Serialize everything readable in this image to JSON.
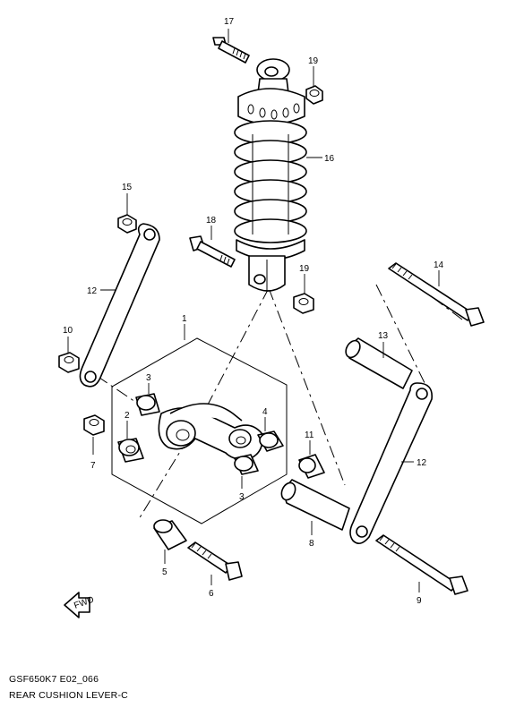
{
  "callouts": {
    "c1": "1",
    "c2": "2",
    "c3a": "3",
    "c3b": "3",
    "c4": "4",
    "c5": "5",
    "c6": "6",
    "c7": "7",
    "c8": "8",
    "c9": "9",
    "c10": "10",
    "c11": "11",
    "c12a": "12",
    "c12b": "12",
    "c13": "13",
    "c14": "14",
    "c15": "15",
    "c16": "16",
    "c17": "17",
    "c18": "18",
    "c19a": "19",
    "c19b": "19"
  },
  "footer": {
    "code": "GSF650K7 E02_066",
    "title": "REAR CUSHION LEVER-C"
  },
  "front_marker": "FWD"
}
